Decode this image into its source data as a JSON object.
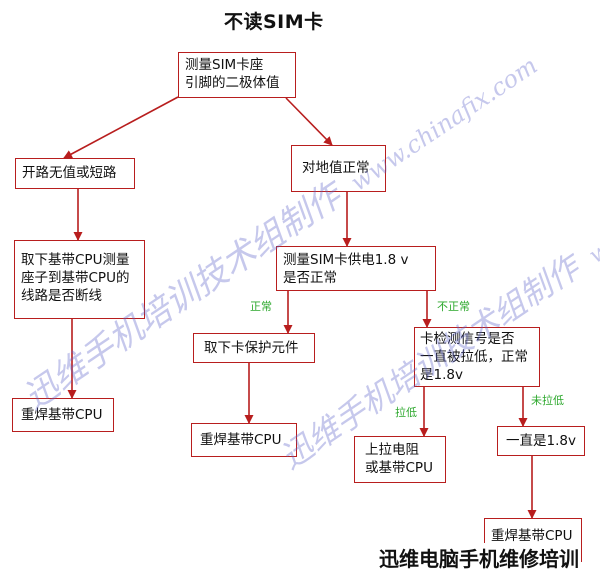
{
  "title": "不读SIM卡",
  "colors": {
    "line": "#b81e1e",
    "label_green": "#2da82d",
    "watermark": "#5c62c8"
  },
  "nodes": {
    "measure_diode": "测量SIM卡座\n引脚的二极体值",
    "open_short": "开路无值或短路",
    "normal_to_ground": "对地值正常",
    "remove_cpu_measure": "取下基带CPU测量\n座子到基带CPU的\n线路是否断线",
    "measure_supply": "测量SIM卡供电1.8 v\n是否正常",
    "remove_protect": "取下卡保护元件",
    "detect_signal": "卡检测信号是否\n一直被拉低，正常\n是1.8v",
    "resolder_cpu_left": "重焊基带CPU",
    "resolder_cpu_mid": "重焊基带CPU",
    "pullup_resistor": "上拉电阻\n或基带CPU",
    "always_18v": "一直是1.8v",
    "resolder_cpu_bottom": "重焊基带CPU"
  },
  "edge_labels": {
    "normal": "正常",
    "abnormal": "不正常",
    "pulled_low": "拉低",
    "not_pulled_low": "未拉低"
  },
  "watermark": {
    "left": "迅维手机培训技术组制作",
    "left_url": "www.chinafix.com",
    "right": "迅维手机培训技术组制作",
    "right_url": "www.xinxunwei.com"
  },
  "footer": "迅维电脑手机维修培训"
}
